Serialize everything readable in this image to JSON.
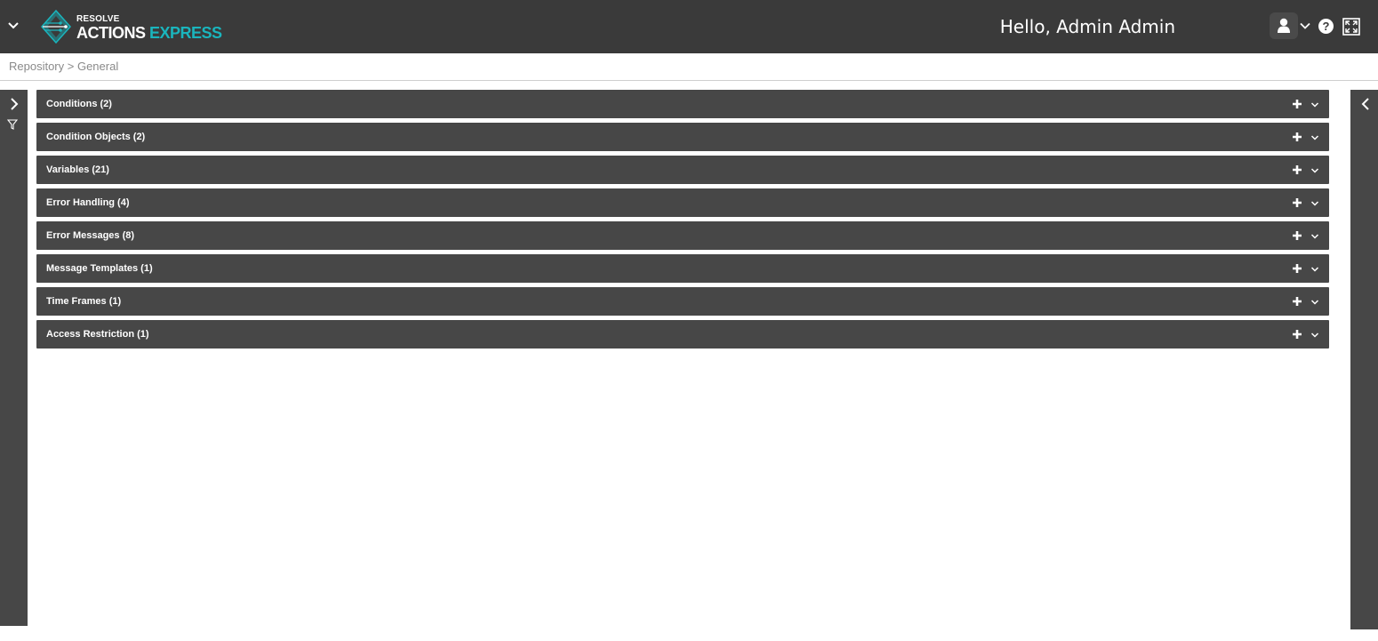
{
  "header": {
    "logo": {
      "line1": "RESOLVE",
      "line2a": "ACTIONS",
      "line2b": "EXPRESS"
    },
    "greeting": "Hello, Admin Admin",
    "help_label": "?"
  },
  "breadcrumb": "Repository > General",
  "sections": [
    {
      "label": "Conditions (2)"
    },
    {
      "label": "Condition Objects (2)"
    },
    {
      "label": "Variables (21)"
    },
    {
      "label": "Error Handling (4)"
    },
    {
      "label": "Error Messages (8)"
    },
    {
      "label": "Message Templates (1)"
    },
    {
      "label": "Time Frames (1)"
    },
    {
      "label": "Access Restriction (1)"
    }
  ],
  "colors": {
    "topbar": "#3a3a3a",
    "panel": "#474747",
    "accent": "#1ab5bd"
  },
  "icons": {
    "menu": "chevron-down-icon",
    "user": "user-icon",
    "help": "help-icon",
    "fullscreen": "expand-icon",
    "left_toggle": "chevron-right-icon",
    "filter": "filter-icon",
    "right_toggle": "chevron-left-icon",
    "add": "plus-icon",
    "expand": "chevron-down-icon"
  }
}
